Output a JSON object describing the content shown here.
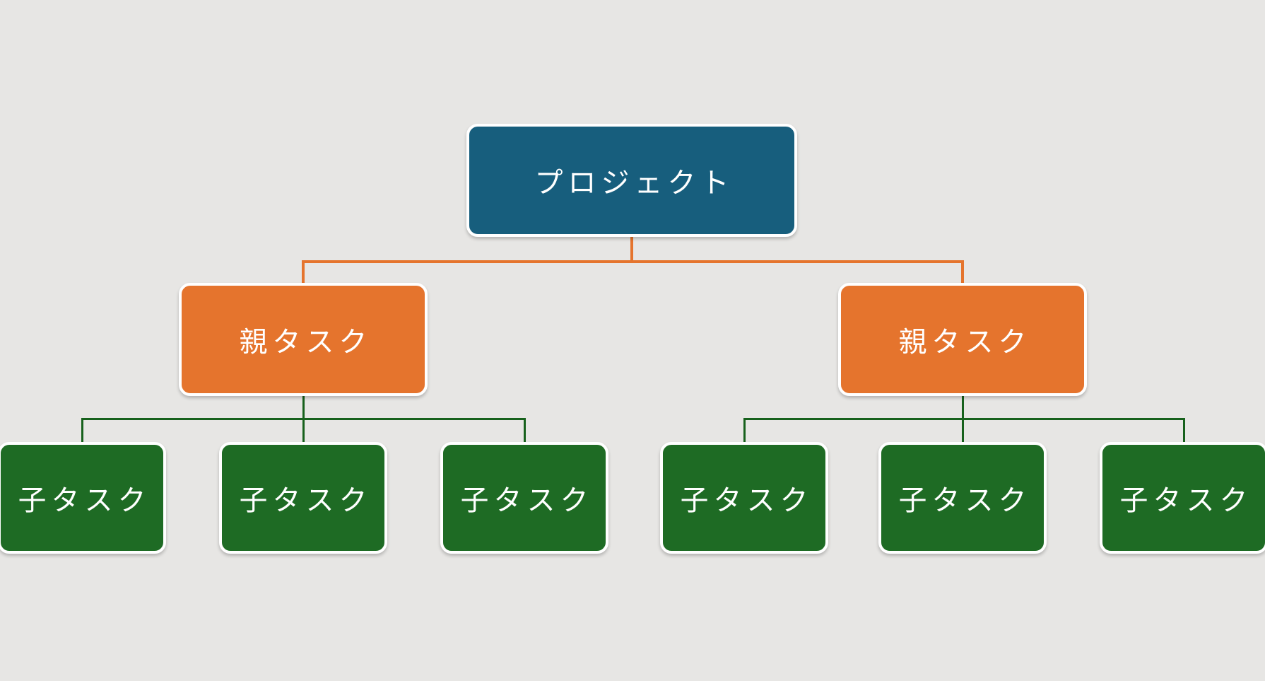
{
  "diagram": {
    "type": "org-chart",
    "root": {
      "label": "プロジェクト"
    },
    "parents": [
      {
        "label": "親タスク",
        "children": [
          {
            "label": "子タスク"
          },
          {
            "label": "子タスク"
          },
          {
            "label": "子タスク"
          }
        ]
      },
      {
        "label": "親タスク",
        "children": [
          {
            "label": "子タスク"
          },
          {
            "label": "子タスク"
          },
          {
            "label": "子タスク"
          }
        ]
      }
    ],
    "colors": {
      "background": "#e7e6e4",
      "root_fill": "#175e7d",
      "parent_fill": "#e5742d",
      "child_fill": "#1e6b24",
      "parent_line": "#e5742d",
      "child_line": "#17611c",
      "text": "#ffffff"
    }
  }
}
